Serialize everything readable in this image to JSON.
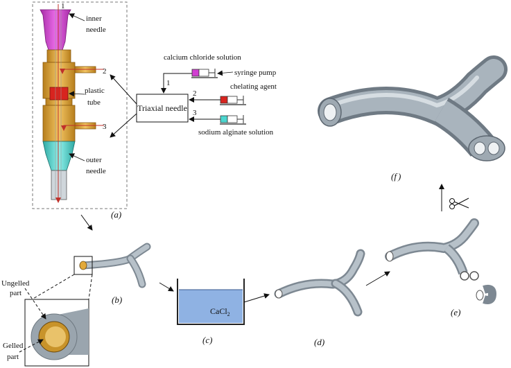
{
  "needle_labels": {
    "inner": [
      "inner",
      "needle"
    ],
    "plastic": [
      "plastic",
      "tube"
    ],
    "outer": [
      "outer",
      "needle"
    ],
    "axis_1": "1",
    "port_2": "2",
    "port_3": "3"
  },
  "triaxial_box": "Triaxial needle",
  "inputs": {
    "calcium": "calcium chloride solution",
    "pump": "syringe pump",
    "chelating": "chelating agent",
    "alginate": "sodium alginate solution",
    "n1": "1",
    "n2": "2",
    "n3": "3"
  },
  "panel_labels": {
    "a": "(a)",
    "b": "(b)",
    "c": "(c)",
    "d": "(d)",
    "e": "(e)",
    "f_open": "(",
    "f_letter": "f",
    "f_close": ")"
  },
  "zoom_labels": {
    "ungelled": [
      "Ungelled",
      "part"
    ],
    "gelled": [
      "Gelled",
      "part"
    ]
  },
  "bath": {
    "cacl": "CaCl",
    "sub": "2"
  },
  "colors": {
    "magenta": "#d23fd2",
    "gold": "#e2a93a",
    "cyan": "#4cd6cf",
    "red": "#d8241f",
    "tube": "#a9b4bd",
    "tube_dark": "#7d8892",
    "water": "#8fb2e3"
  },
  "icons": [
    "scissors-icon"
  ]
}
